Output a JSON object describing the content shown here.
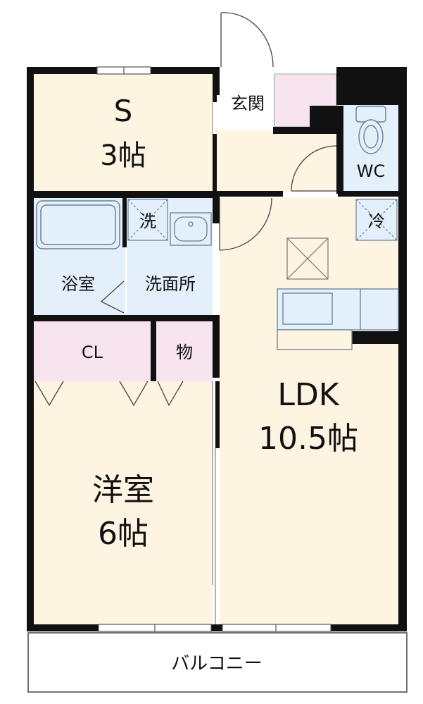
{
  "rooms": {
    "s_room": {
      "name": "S",
      "size": "3帖"
    },
    "genkan": "玄関",
    "wc": "WC",
    "bath": "浴室",
    "washroom": "洗面所",
    "washer": "洗",
    "fridge": "冷",
    "closet": "CL",
    "storage": "物",
    "ldk": {
      "name": "LDK",
      "size": "10.5帖"
    },
    "western": {
      "name": "洋室",
      "size": "6帖"
    },
    "balcony": "バルコニー"
  },
  "colors": {
    "wall": "#111111",
    "floor_wood": "#fdf4e2",
    "wet_area": "#e3f0fb",
    "closet": "#f8e4ef",
    "window": "#ffffff",
    "fixture_stroke": "#6a7f91"
  }
}
